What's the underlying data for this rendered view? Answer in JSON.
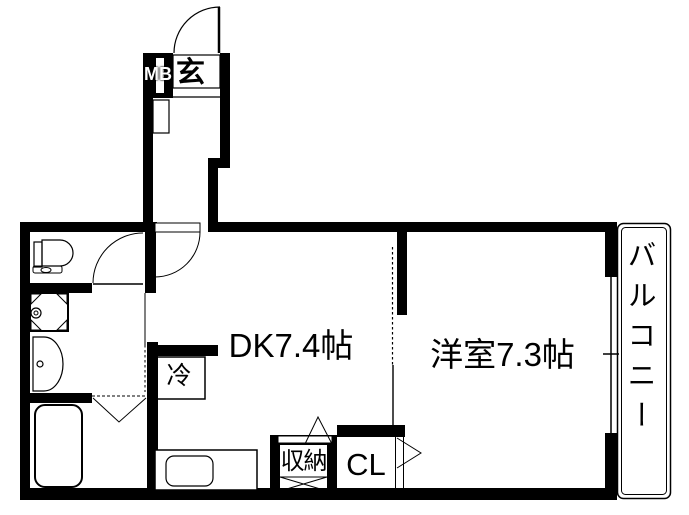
{
  "title": "apartment-floorplan",
  "labels": {
    "entrance": "玄",
    "meter_box": "MB",
    "dining_kitchen": "DK7.4帖",
    "western_room": "洋室7.3帖",
    "refrigerator": "冷",
    "storage": "収納",
    "closet": "CL",
    "balcony": "バルコニー"
  },
  "colors": {
    "wall": "#000000",
    "background": "#ffffff",
    "line": "#000000"
  },
  "fixtures": [
    "entrance-door",
    "shoe-cabinet",
    "toilet",
    "washing-machine-pan",
    "washbasin",
    "bathtub",
    "bath-folding-door",
    "kitchen-counter",
    "kitchen-sink",
    "refrigerator-space",
    "storage-closet",
    "cl-closet",
    "sliding-door",
    "window",
    "balcony-rail"
  ]
}
